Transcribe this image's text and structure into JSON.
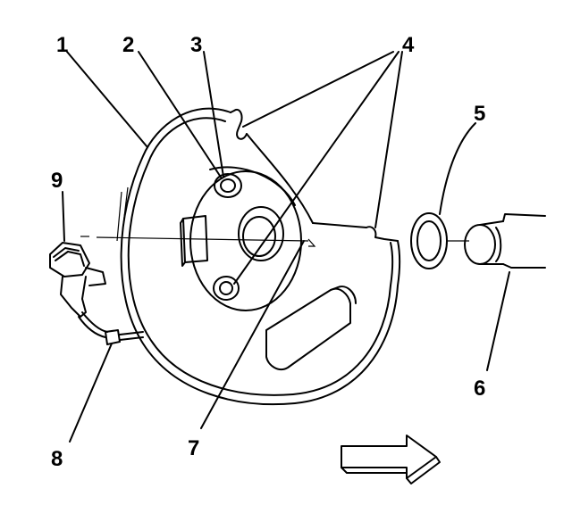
{
  "callouts": [
    {
      "id": "1",
      "text": "1"
    },
    {
      "id": "2",
      "text": "2"
    },
    {
      "id": "3",
      "text": "3"
    },
    {
      "id": "4",
      "text": "4"
    },
    {
      "id": "5",
      "text": "5"
    },
    {
      "id": "6",
      "text": "6"
    },
    {
      "id": "7",
      "text": "7"
    },
    {
      "id": "8",
      "text": "8"
    },
    {
      "id": "9",
      "text": "9"
    }
  ],
  "icons": {
    "direction_arrow": "right-arrow-icon"
  },
  "colors": {
    "line": "#000000",
    "background": "#ffffff"
  }
}
